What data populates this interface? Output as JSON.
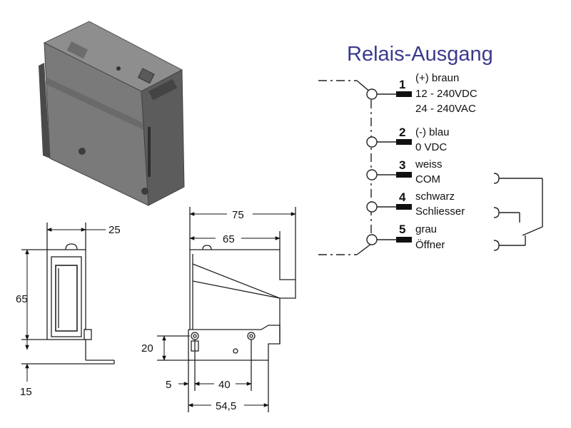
{
  "title": "Relais-Ausgang",
  "terminals": [
    {
      "num": "1",
      "lines": [
        "(+) braun",
        "12 - 240VDC",
        "24 - 240VAC"
      ]
    },
    {
      "num": "2",
      "lines": [
        "(-) blau",
        "0 VDC"
      ]
    },
    {
      "num": "3",
      "lines": [
        "weiss",
        "COM"
      ]
    },
    {
      "num": "4",
      "lines": [
        "schwarz",
        "Schliesser"
      ]
    },
    {
      "num": "5",
      "lines": [
        "grau",
        "Öffner"
      ]
    }
  ],
  "dimensions": {
    "width_top": "75",
    "width_inner": "65",
    "side_width": "25",
    "side_height": "65",
    "side_bottom": "15",
    "bracket_height": "20",
    "hole_offset": "5",
    "hole_spacing": "40",
    "bracket_width": "54,5"
  },
  "colors": {
    "title": "#3b3a8c",
    "device_body": "#7c7c7c",
    "lines": "#222222"
  }
}
